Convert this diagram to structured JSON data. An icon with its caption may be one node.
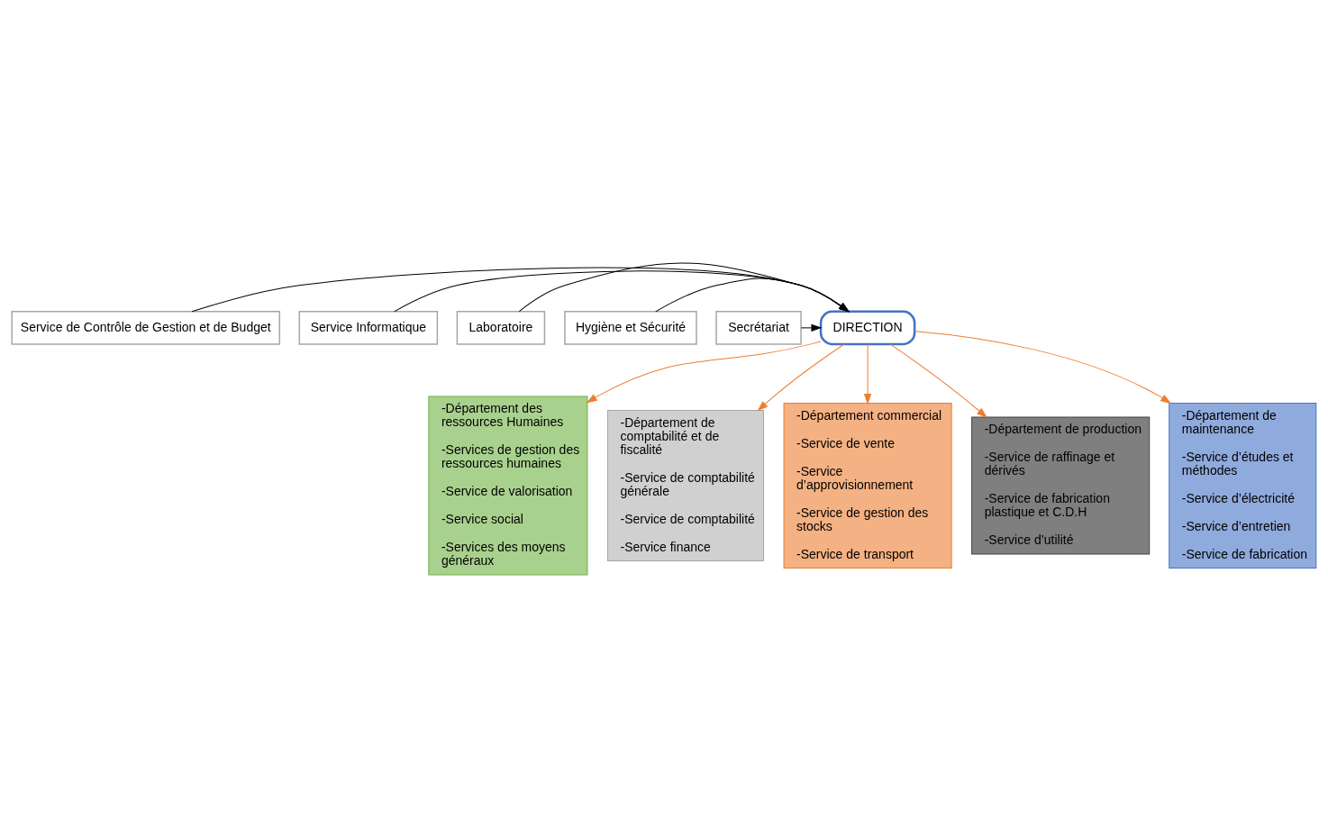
{
  "diagram": {
    "nodes": [
      {
        "text": [
          "DIRECTION"
        ]
      },
      {
        "text": [
          "Service de Contrôle de Gestion et de Budget"
        ]
      },
      {
        "text": [
          "Service Informatique"
        ]
      },
      {
        "text": [
          "Laboratoire"
        ]
      },
      {
        "text": [
          "Hygiène et Sécurité"
        ]
      },
      {
        "text": [
          "Secrétariat"
        ]
      },
      {
        "text": [
          "-Département des ressources Humaines",
          "-Services de gestion des ressources humaines",
          "-Service de valorisation",
          "-Service social",
          "-Services des moyens généraux"
        ]
      },
      {
        "text": [
          "-Département de comptabilité et de fiscalité",
          "-Service de comptabilité générale",
          "-Service de comptabilité",
          "-Service finance"
        ]
      },
      {
        "text": [
          "-Département commercial",
          "-Service de vente",
          "-Service d’approvisionnement",
          "-Service de gestion des stocks",
          "-Service de transport"
        ]
      },
      {
        "text": [
          "-Département de production",
          "-Service de raffinage et dérivés",
          "-Service de fabrication plastique et C.D.H",
          "-Service d’utilité"
        ]
      },
      {
        "text": [
          "-Département de maintenance",
          "-Service d’études et méthodes",
          "-Service d’électricité",
          "-Service d’entretien",
          "-Service de fabrication"
        ]
      }
    ],
    "edges": [
      {
        "from": 1,
        "to": 0,
        "arrow": "to"
      },
      {
        "from": 2,
        "to": 0,
        "arrow": "to"
      },
      {
        "from": 3,
        "to": 0,
        "arrow": "to"
      },
      {
        "from": 4,
        "to": 0,
        "arrow": "to"
      },
      {
        "from": 5,
        "to": 0,
        "arrow": "to"
      },
      {
        "from": 0,
        "to": 6,
        "arrow": "to",
        "color": "#ed7d31"
      },
      {
        "from": 0,
        "to": 7,
        "arrow": "to",
        "color": "#ed7d31"
      },
      {
        "from": 0,
        "to": 8,
        "arrow": "to",
        "color": "#ed7d31"
      },
      {
        "from": 0,
        "to": 9,
        "arrow": "to",
        "color": "#ed7d31"
      },
      {
        "from": 0,
        "to": 10,
        "arrow": "to",
        "color": "#ed7d31"
      }
    ]
  }
}
